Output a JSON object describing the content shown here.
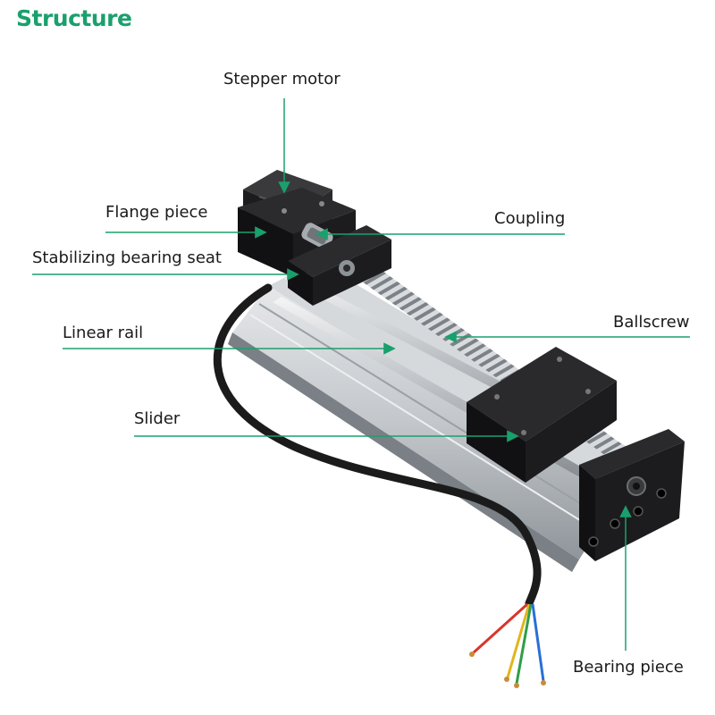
{
  "title": "Structure",
  "accent_color": "#1aa06d",
  "labels": {
    "stepper_motor": "Stepper motor",
    "flange_piece": "Flange piece",
    "coupling": "Coupling",
    "stabilizing_bearing_seat": "Stabilizing bearing seat",
    "linear_rail": "Linear rail",
    "ballscrew": "Ballscrew",
    "slider": "Slider",
    "bearing_piece": "Bearing piece"
  }
}
